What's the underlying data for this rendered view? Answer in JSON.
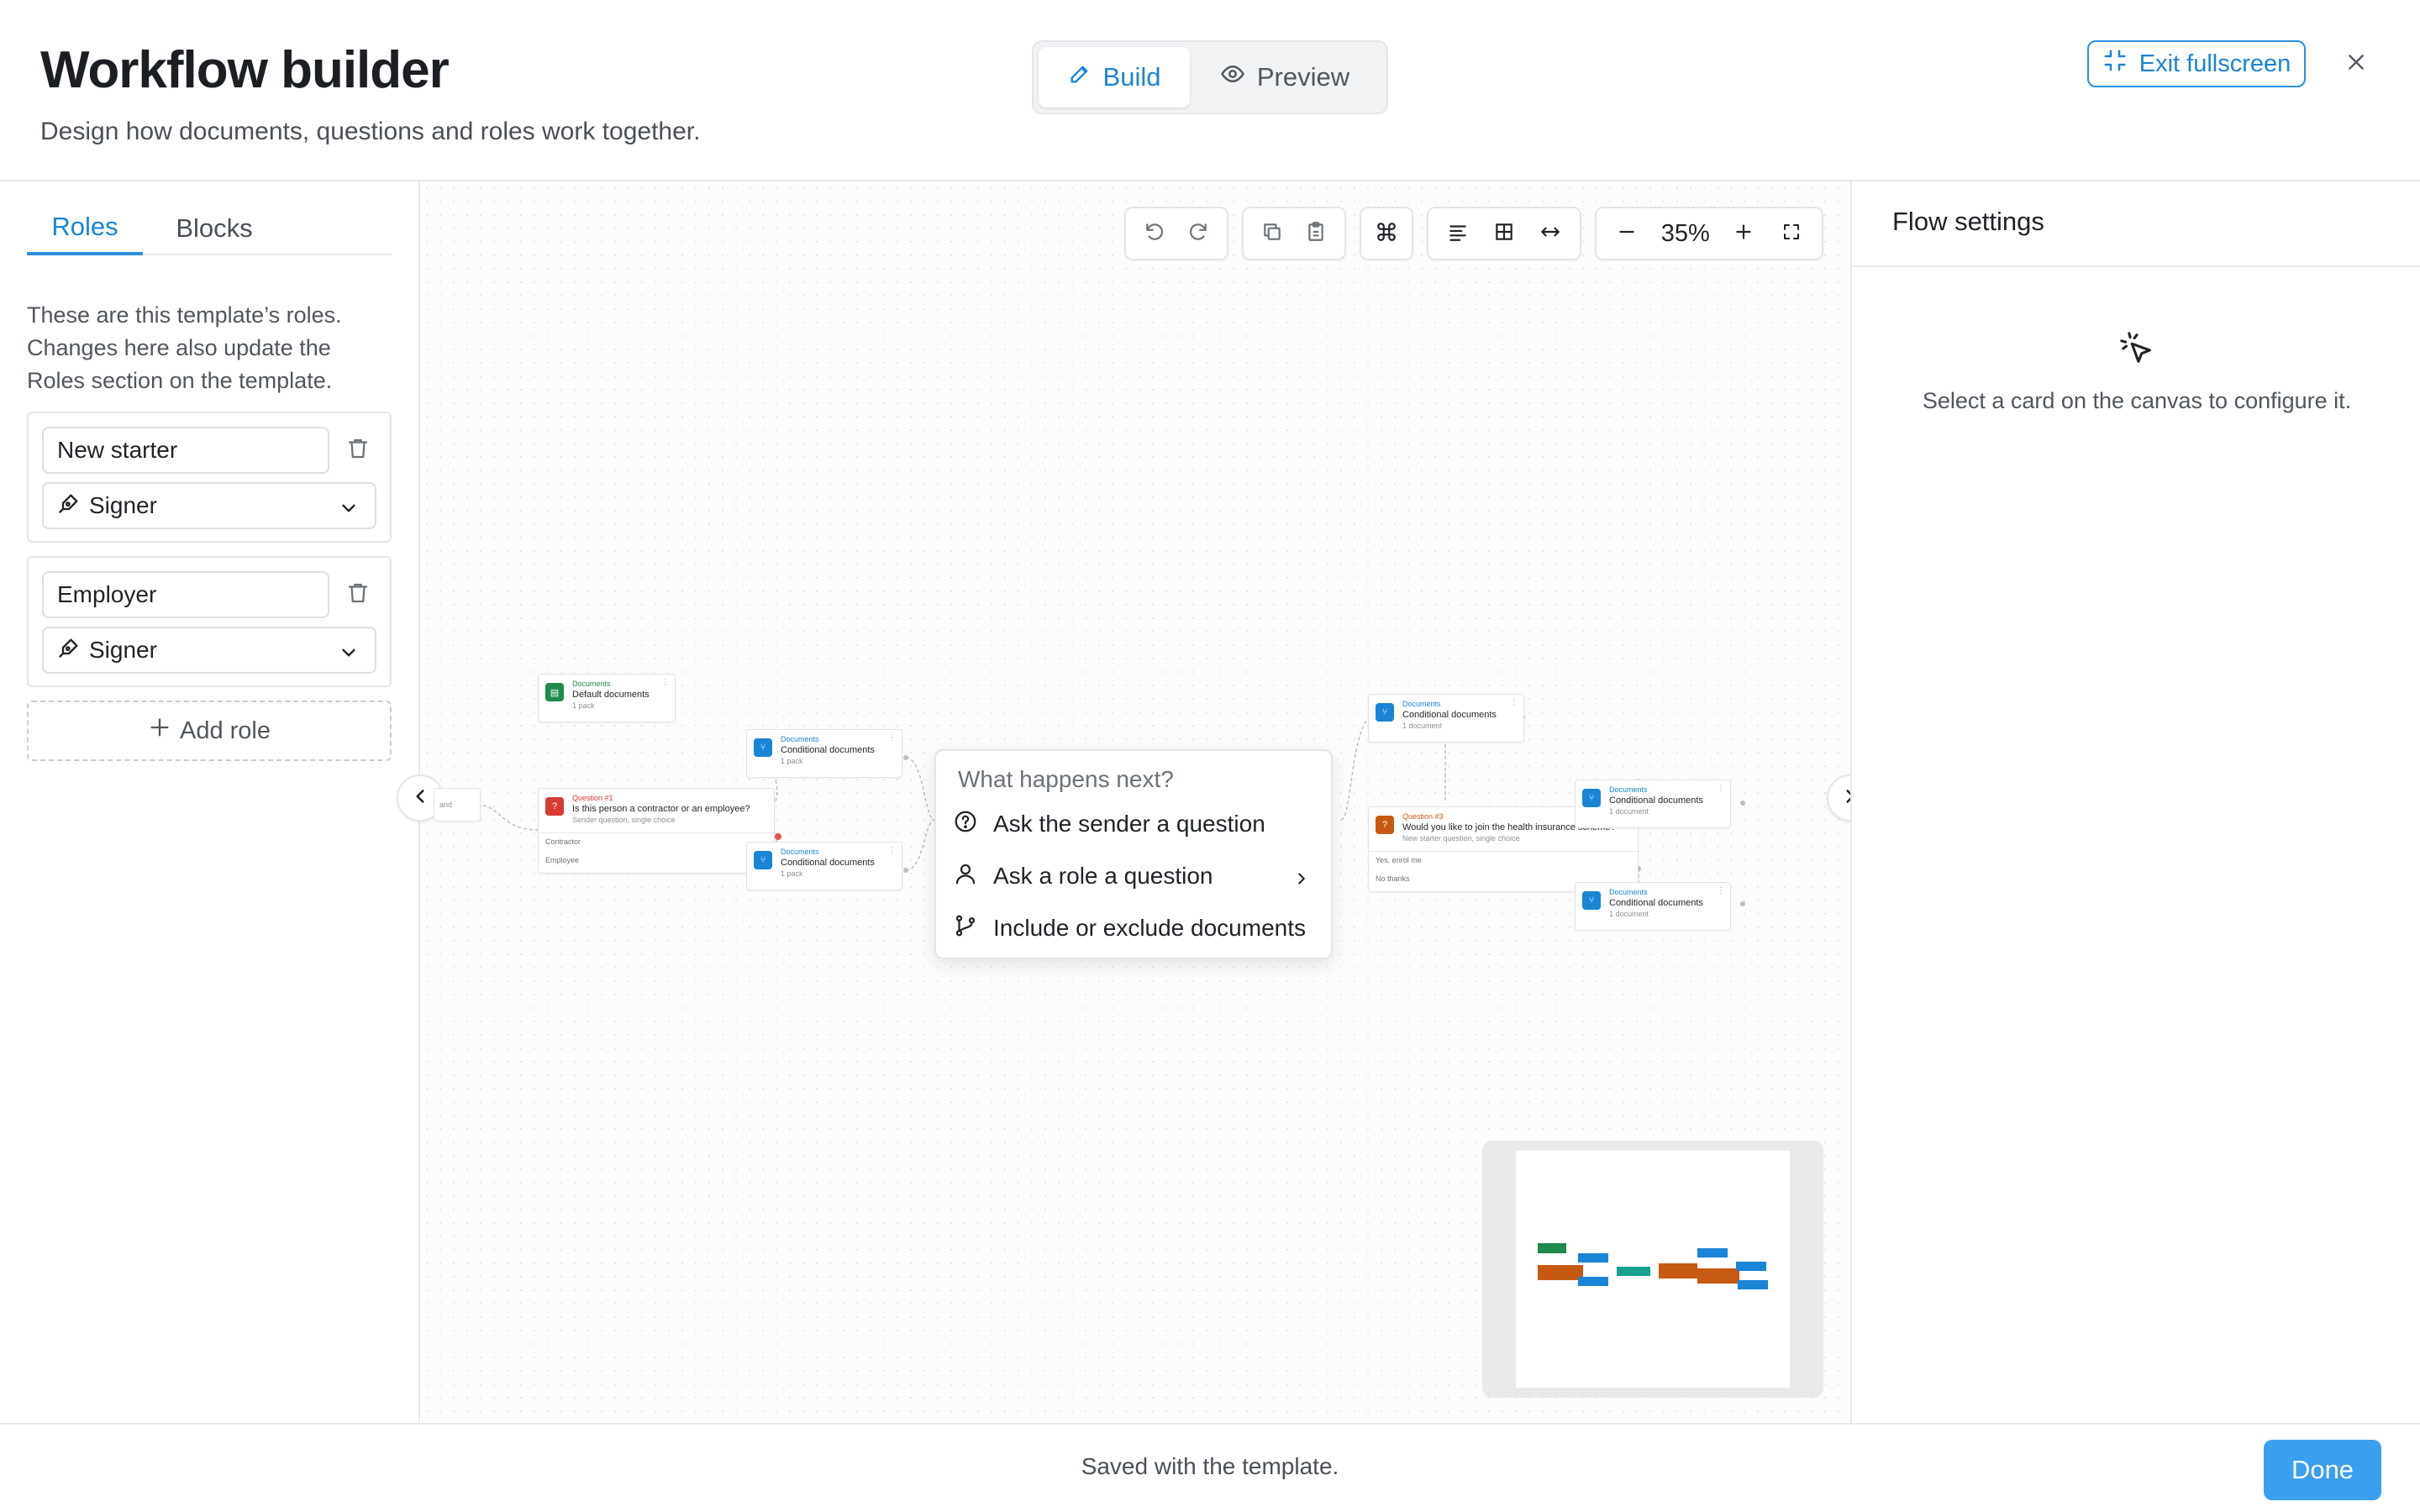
{
  "header": {
    "title": "Workflow builder",
    "subtitle": "Design how documents, questions and roles work together.",
    "modes": [
      {
        "label": "Build",
        "icon": "pencil-icon",
        "active": true
      },
      {
        "label": "Preview",
        "icon": "eye-icon",
        "active": false
      }
    ],
    "exit_fullscreen_label": "Exit fullscreen"
  },
  "left_panel": {
    "tabs": [
      {
        "label": "Roles",
        "active": true
      },
      {
        "label": "Blocks",
        "active": false
      }
    ],
    "description": "These are this template’s roles. Changes here also update the Roles section on the template.",
    "roles": [
      {
        "name": "New starter",
        "type": "Signer"
      },
      {
        "name": "Employer",
        "type": "Signer"
      }
    ],
    "add_role_label": "Add role"
  },
  "canvas": {
    "zoom": "35%",
    "nodes": {
      "default_docs": {
        "tag": "Documents",
        "title": "Default documents",
        "sub": "1 pack"
      },
      "question1": {
        "tag": "Question #1",
        "title": "Is this person a contractor or an employee?",
        "sub": "Sender question, single choice",
        "options": [
          "Contractor",
          "Employee"
        ]
      },
      "cond_docs_1": {
        "tag": "Documents",
        "title": "Conditional documents",
        "sub": "1 pack"
      },
      "cond_docs_2": {
        "tag": "Documents",
        "title": "Conditional documents",
        "sub": "1 pack"
      },
      "cond_docs_3": {
        "tag": "Documents",
        "title": "Conditional documents",
        "sub": "1 document"
      },
      "question3": {
        "tag": "Question #3",
        "title": "Would you like to join the health insurance scheme?",
        "sub": "New starter question, single choice",
        "options": [
          "Yes, enrol me",
          "No thanks"
        ]
      },
      "cond_docs_4": {
        "tag": "Documents",
        "title": "Conditional documents",
        "sub": "1 document"
      },
      "cond_docs_5": {
        "tag": "Documents",
        "title": "Conditional documents",
        "sub": "1 document"
      },
      "left_stub": "and"
    },
    "menu": {
      "title": "What happens next?",
      "items": [
        {
          "label": "Ask the sender a question",
          "icon": "question-circle-icon"
        },
        {
          "label": "Ask a role a question",
          "icon": "user-icon"
        },
        {
          "label": "Include or exclude documents",
          "icon": "branch-icon"
        }
      ]
    },
    "minimap_colors": {
      "documents": "#1a84d6",
      "question": "#c65a12",
      "default": "#1f8a4c",
      "teal": "#18a08f"
    }
  },
  "right_panel": {
    "title": "Flow settings",
    "empty_text": "Select a card on the canvas to configure it."
  },
  "footer": {
    "status": "Saved with the template.",
    "done_label": "Done"
  },
  "colors": {
    "accent": "#1a84d6",
    "done": "#3b9ff0"
  }
}
